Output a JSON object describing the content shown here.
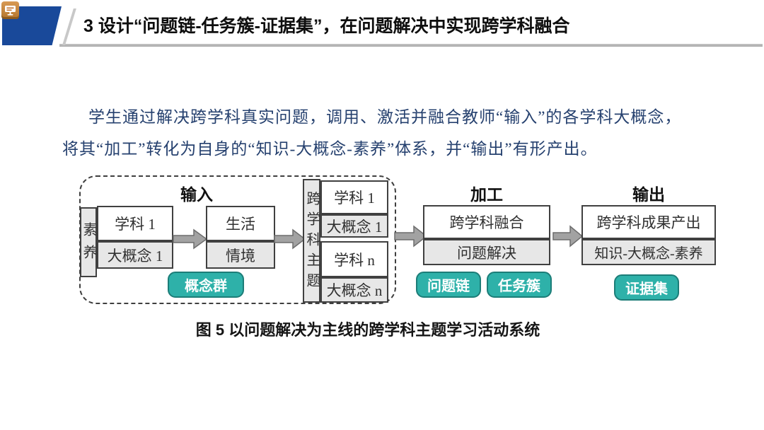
{
  "slide": {
    "header": {
      "title": "3 设计“问题链-任务簇-证据集”，在问题解决中实现跨学科融合",
      "accent_color": "#19499a",
      "icon": "presentation-board-icon"
    },
    "intro": {
      "line1": "学生通过解决跨学科真实问题，调用、激活并融合教师“输入”的各学科大概念，",
      "line2": "将其“加工”转化为自身的“知识-大概念-素养”体系，并“输出”有形产出。"
    },
    "diagram": {
      "badge_color": "#2eb1a9",
      "input": {
        "stage_label": "输入",
        "competency_vertical": "素养",
        "subject_box": "学科 1",
        "big_idea_box": "大概念 1",
        "life_box": "生活",
        "context_box": "情境",
        "badge": "概念群"
      },
      "theme_column": {
        "title_vertical": "跨学科主题",
        "pairs": [
          {
            "subject": "学科 1",
            "big_idea": "大概念 1"
          },
          {
            "subject": "学科 n",
            "big_idea": "大概念 n"
          }
        ]
      },
      "process": {
        "stage_label": "加工",
        "top_box": "跨学科融合",
        "bottom_box": "问题解决",
        "badge1": "问题链",
        "badge2": "任务簇"
      },
      "output": {
        "stage_label": "输出",
        "top_box": "跨学科成果产出",
        "bottom_box": "知识-大概念-素养",
        "badge": "证据集"
      }
    },
    "caption": "图 5 以问题解决为主线的跨学科主题学习活动系统"
  }
}
